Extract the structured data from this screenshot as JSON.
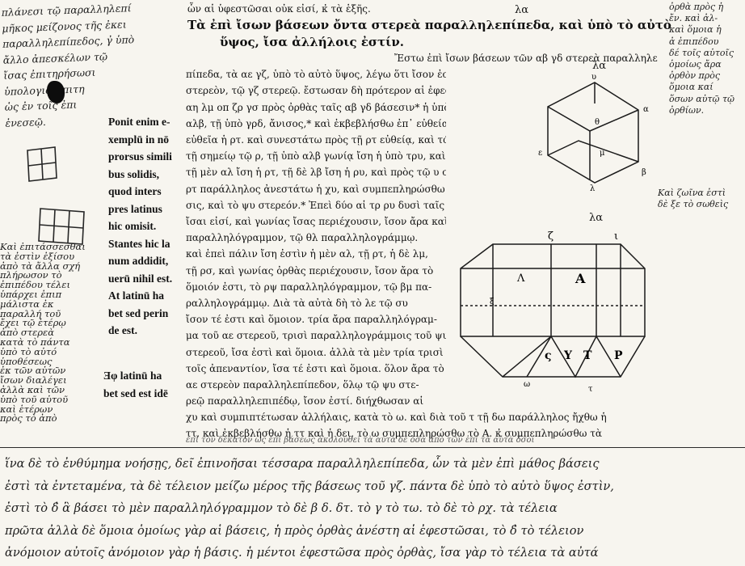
{
  "header": {
    "running_text": "ὧν αἱ ὑφεστῶσαι οὐκ εἰσί, κ̓ τὰ ἑξῆς.",
    "folio_top": "λα"
  },
  "proposition": {
    "title_line1": "Τὰ ἐπὶ ἴσων βάσεων ὄντα στερεὰ παραλληλεπίπεδα, καὶ ὑπὸ τὸ αὐτὸ",
    "title_line2": "ὕψος, ἴσα ἀλλήλοις ἐστίν.",
    "body_lines": [
      "Ἔστω ἐπὶ ἴσων βάσεων τῶν αβ γδ στερεὰ παραλληλε",
      "πίπεδα, τὰ αε γζ, ὑπὸ τὸ αὐτὸ ὕψος, λέγω ὅτι ἴσον ἐστὶ τὸ αε",
      "στερεὸν, τῷ γζ στερεῷ. ἔστωσαν δὴ πρότερον αἱ ἐφεστηκυῖαι αἱ θκ βε",
      "αη λμ οπ  ζρ γσ πρὸς ὀρθὰς ταῖς αβ γδ βάσεσιν* ἡ ὑπὸ",
      "αλβ, τῇ ὑπὸ γρδ, ἄνισος,* καὶ ἐκβεβλήσθω ἐπ᾽ εὐθείας τῇ γρ",
      "εὐθεῖα ἡ ρτ. καὶ συνεστάτω πρὸς τῇ ρτ εὐθείᾳ, καὶ τῷ πρὸς αὐ-",
      "τῇ σημείῳ τῷ ρ, τῇ ὑπὸ αλβ γωνίᾳ ἴση ἡ ὑπὸ τρυ, καὶ κείσθω",
      "τῇ μὲν αλ ἴση ἡ ρτ, τῇ δὲ λβ ἴση ἡ ρυ, καὶ πρὸς τῷ υ σημείῳ τῇ",
      "ρτ παράλληλος ἀνεστάτω ἡ χυ, καὶ συμπεπληρώσθω ἡ τρ χ βά-",
      "σις, καὶ τὸ ψυ στερεόν.* Ἐπεὶ δύο αἱ τρ ρυ δυσὶ ταῖς αλ λβ",
      "ἴσαι εἰσί, καὶ γωνίας ἴσας περιέχουσιν, ἴσον ἄρα καὶ ὅμοιον τὸ ρχ",
      "παραλληλόγραμμον, τῷ θλ παραλληλογράμμῳ.",
      "καὶ ἐπεὶ πάλιν ἴση ἐστὶν ἡ μὲν αλ, τῇ ρτ, ἡ δὲ λμ,",
      "τῇ ρσ, καὶ γωνίας ὀρθὰς περιέχουσιν, ἴσον ἄρα τὸ",
      "ὅμοιόν ἐστι, τὸ ρψ παραλληλόγραμμον, τῷ βμ πα-",
      "ραλληλογράμμῳ. Διὰ τὰ αὐτὰ δὴ τὸ λε τῷ συ",
      "ἴσον τέ ἐστι καὶ ὅμοιον. τρία ἄρα παραλληλόγραμ-",
      "μα τοῦ αε στερεοῦ, τρισὶ παραλληλογράμμοις τοῦ ψυ",
      "στερεοῦ, ἴσα ἐστὶ καὶ ὅμοια. ἀλλὰ τὰ μὲν τρία τρισὶ",
      "τοῖς ἀπεναντίον, ἴσα τέ ἐστι καὶ ὅμοια. ὅλον ἄρα τὸ",
      "αε στερεὸν παραλληλεπίπεδον, ὅλῳ τῷ ψυ στε-",
      "ρεῷ παραλληλεπιπέδῳ, ἴσον ἐστί. διήχθωσαν αἱ",
      "χυ καὶ συμπιπτέτωσαν ἀλλήλαις, κατὰ τὸ ω. καὶ διὰ τοῦ τ τῇ δω παράλληλος ἤχθω ἡ",
      "ττ, καὶ ἐκβεβλήσθω ἡ ττ καὶ ἡ δει, τὸ ω συμπεπληρώσθω τὸ Α. κ̓ συμπεπληρώσθω τὰ"
    ]
  },
  "latin_note": {
    "lines": [
      "Ponit enim e-",
      "xemplū in nō",
      "prorsus simili",
      "bus solidis,",
      "quod inters",
      "pres latinus",
      "hic omisit.",
      "Stantes hic la",
      "num addidit,",
      "uerū nihil est.",
      "At latinū ha",
      "bet sed perin",
      "de est."
    ],
    "note2_lines": [
      "Ǝφ latinū ha",
      "bet sed est idē"
    ]
  },
  "figures": {
    "figure1": {
      "label": "λα",
      "letters": [
        "υ",
        "α",
        "μ",
        "β",
        "λ",
        "ε",
        "θ"
      ]
    },
    "figure2": {
      "label": "λα",
      "letters": [
        "ζ",
        "Λ",
        "ι",
        "Α",
        "ς",
        "Τ",
        "Ρ",
        "Υ",
        "τ",
        "ω",
        "ξ"
      ]
    }
  },
  "handwriting": {
    "top_left_lines": [
      "πλάνεσι τῷ παραλληλεπί",
      "μῆκος μείζονος τῆς ἐκει",
      "παραλληλεπίπεδος, γ̓ ὑπὸ",
      "ἄλλο ἀπεσκέλων τῷ",
      "ἴσας ἐπιτηρήσωσι",
      "ὑπολογιῶ ἐπιτη",
      "ὡς ἐν τοῖς ἐπι",
      "ἐνεσεῷ."
    ],
    "left_margin_lines": [
      "Καὶ ἐπιτάσσεσθαι",
      "τὰ ἐστὶν ἐξίσου",
      "ἀπὸ τὰ ἄλλα σχή",
      "πλήρωσον τὸ",
      "ἐπιπέδου τέλει",
      "ὑπάρχει ἐπιπ",
      "μάλιστα ἐκ",
      "παραλλή τοῦ",
      "ἔχει τῷ ἑτέρῳ",
      "ἀπὸ στερεὰ",
      "κατὰ τὸ πάντα",
      "ὑπὸ τὸ αὐτό",
      "ὑποθέσεως",
      "ἐκ τῶν αὐτῶν",
      "ἴσων διαλέγει",
      "ἀλλὰ καὶ τῶν",
      "ὑπὸ τοῦ αὐτοῦ",
      "καὶ ἑτέρων",
      "πρὸς τὸ ἀπὸ"
    ],
    "right_margin_top_lines": [
      "ὀρθὰ πρὸς ἡ",
      "ἔν. καὶ ἀλ-",
      "καὶ ὅμοια ἡ",
      "ἀ ἐπιπέδου",
      "δέ τοῖς αὐτοῖς",
      "ὁμοίως ἄρα",
      "ὀρθὸν πρὸς",
      "ὅμοια καί",
      "ὅσων αὐτῷ τῷ",
      "ὀρθίων."
    ],
    "right_margin_mid_lines": [
      "Καὶ ζωῖνα ἐστὶ",
      "δὲ ξε τὸ σωθεὶς"
    ],
    "bottom_lines": [
      "ἵνα δὲ τὸ ἐνθύμημα νοήσῃς, δεῖ ἐπινοῆσαι τέσσαρα παραλληλεπίπεδα, ὧν τὰ μὲν ἐπὶ μάθος βάσεις",
      "ἐστὶ τὰ ἐντεταμένα, τὰ δὲ τέλειον μείζω μέρος τῆς βάσεως τοῦ γζ. πάντα δὲ ὑπὸ τὸ αὐτὸ ὕψος ἐστὶν,",
      "ἐστὶ τὸ δ̓ ἃ βάσει τὸ μὲν παραλληλόγραμμον τὸ δὲ β δ. δτ. τὸ γ τὸ τω. τὸ δὲ τὸ ρχ. τὰ τέλεια",
      "πρῶτα ἀλλὰ δὲ ὅμοια ὁμοίως γὰρ αἱ βάσεις, ἡ πρὸς ὀρθὰς ἀνέστη αἱ ἐφεστῶσαι, τὸ δ̓ τὸ τέλειον",
      "ἀνόμοιον αὐτοῖς ἀνόμοιον γὰρ ἡ βάσις. ἡ μέντοι ἐφεστῶσα πρὸς ὀρθὰς, ἴσα γὰρ τὸ τέλεια τὰ αὐτά"
    ],
    "strip_line": "ἐπὶ τὸν δέκατον ὡς ἐπὶ βάσεως ἀκολουθεῖ τὰ αὐτὰ δὲ ὅσα ἀπὸ τῶν ἐπὶ τὰ αὐτὰ ὅσοι"
  }
}
